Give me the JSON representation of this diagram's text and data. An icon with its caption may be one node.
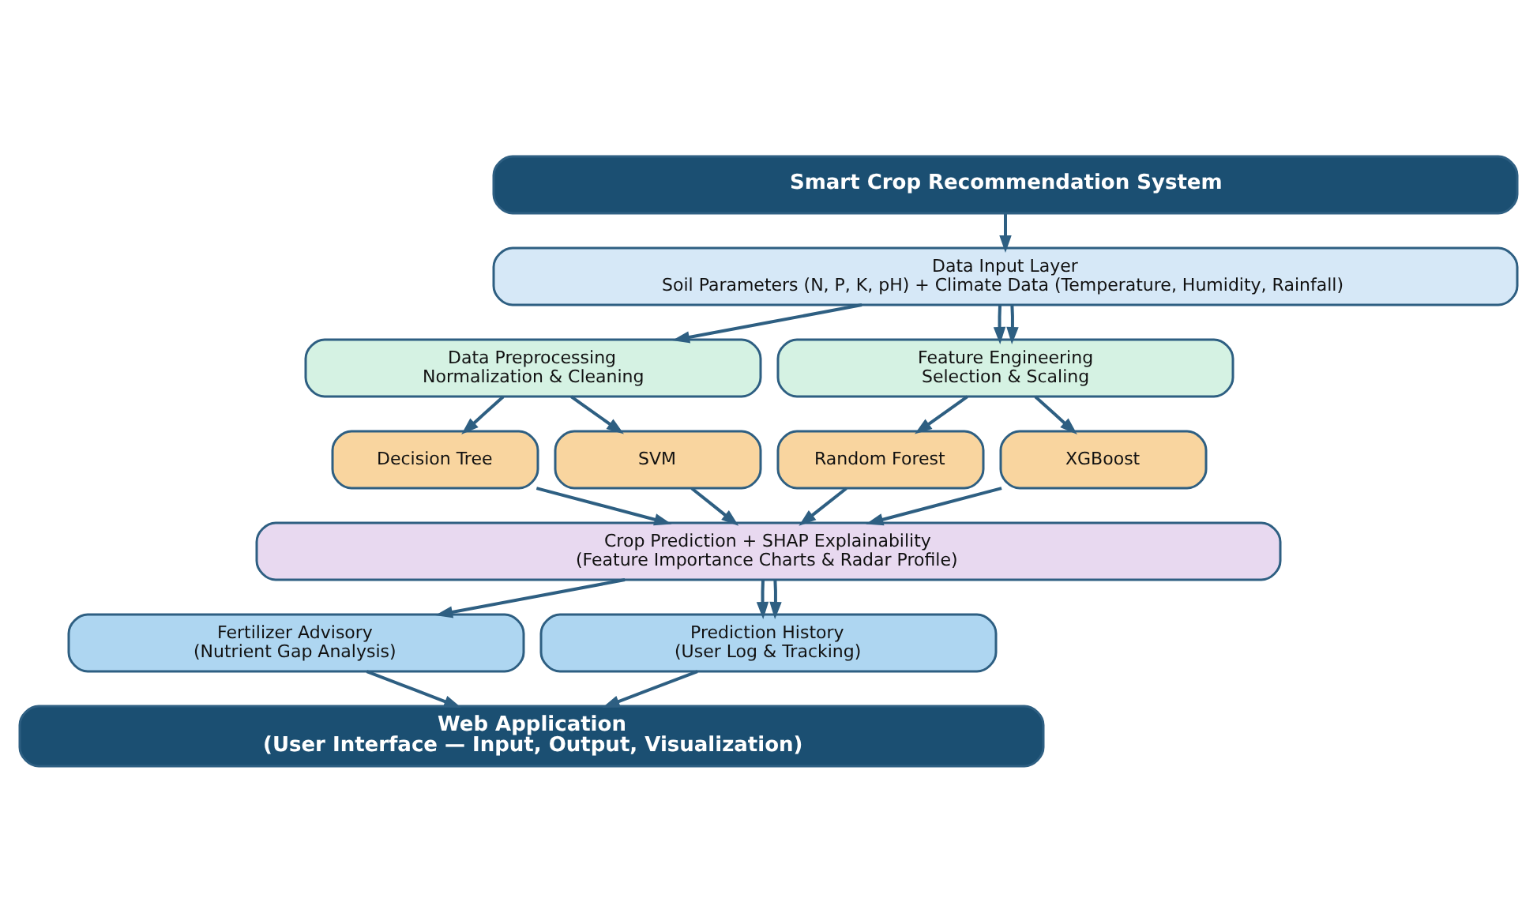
{
  "diagram": {
    "nodes": [
      {
        "text": [
          "Smart Crop Recommendation System"
        ]
      },
      {
        "text": [
          "Data Input Layer",
          "Soil Parameters (N, P, K, pH) + Climate Data (Temperature, Humidity, Rainfall)"
        ]
      },
      {
        "text": [
          "Data Preprocessing",
          "Normalization & Cleaning"
        ]
      },
      {
        "text": [
          "Feature Engineering",
          "Selection & Scaling"
        ]
      },
      {
        "text": [
          "Decision Tree"
        ]
      },
      {
        "text": [
          "SVM"
        ]
      },
      {
        "text": [
          "Random Forest"
        ]
      },
      {
        "text": [
          "XGBoost"
        ]
      },
      {
        "text": [
          "Crop Prediction + SHAP Explainability",
          "(Feature Importance Charts & Radar Profile)"
        ]
      },
      {
        "text": [
          "Fertilizer Advisory",
          "(Nutrient Gap Analysis)"
        ]
      },
      {
        "text": [
          "Prediction History",
          "(User Log & Tracking)"
        ]
      },
      {
        "text": [
          "Web Application",
          "(User Interface — Input, Output, Visualization)"
        ]
      }
    ],
    "edges": [
      {
        "from": 0,
        "to": 1,
        "arrow": "to"
      },
      {
        "from": 1,
        "to": 2,
        "arrow": "to"
      },
      {
        "from": 1,
        "to": 3,
        "arrow": "to"
      },
      {
        "from": 1,
        "to": 3,
        "arrow": "to"
      },
      {
        "from": 2,
        "to": 4,
        "arrow": "to"
      },
      {
        "from": 2,
        "to": 5,
        "arrow": "to"
      },
      {
        "from": 3,
        "to": 6,
        "arrow": "to"
      },
      {
        "from": 3,
        "to": 7,
        "arrow": "to"
      },
      {
        "from": 4,
        "to": 8,
        "arrow": "to"
      },
      {
        "from": 5,
        "to": 8,
        "arrow": "to"
      },
      {
        "from": 6,
        "to": 8,
        "arrow": "to"
      },
      {
        "from": 7,
        "to": 8,
        "arrow": "to"
      },
      {
        "from": 8,
        "to": 9,
        "arrow": "to"
      },
      {
        "from": 8,
        "to": 10,
        "arrow": "to"
      },
      {
        "from": 8,
        "to": 10,
        "arrow": "to"
      },
      {
        "from": 9,
        "to": 11,
        "arrow": "to"
      },
      {
        "from": 10,
        "to": 11,
        "arrow": "to"
      }
    ]
  }
}
